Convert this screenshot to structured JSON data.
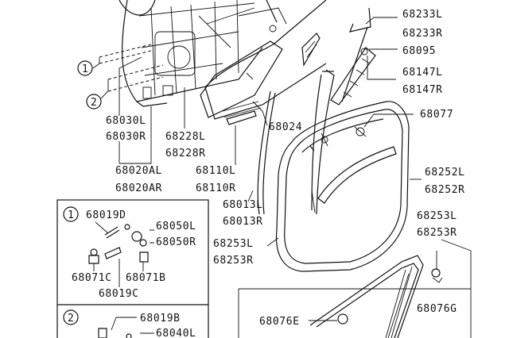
{
  "diagram": {
    "labels": {
      "p68233L": "68233L",
      "p68233R": "68233R",
      "p68095": "68095",
      "p68147L": "68147L",
      "p68147R": "68147R",
      "p68077": "68077",
      "p68024": "68024",
      "p68030L": "68030L",
      "p68030R": "68030R",
      "p68228L": "68228L",
      "p68228R": "68228R",
      "p68020AL": "68020AL",
      "p68020AR": "68020AR",
      "p68110L": "68110L",
      "p68110R": "68110R",
      "p68013L": "68013L",
      "p68013R": "68013R",
      "p68252L": "68252L",
      "p68252R": "68252R",
      "p68253L_top": "68253L",
      "p68253R_top": "68253R",
      "p68253L_left": "68253L",
      "p68253R_left": "68253R",
      "p68076G": "68076G",
      "p68076E": "68076E",
      "p68019D": "68019D",
      "p68050L": "68050L",
      "p68050R": "68050R",
      "p68071C": "68071C",
      "p68071B": "68071B",
      "p68019C": "68019C",
      "p68019B": "68019B",
      "p68040L": "68040L"
    },
    "callouts": {
      "c1": "1",
      "c2": "2",
      "c1_box": "1",
      "c2_box": "2"
    }
  }
}
